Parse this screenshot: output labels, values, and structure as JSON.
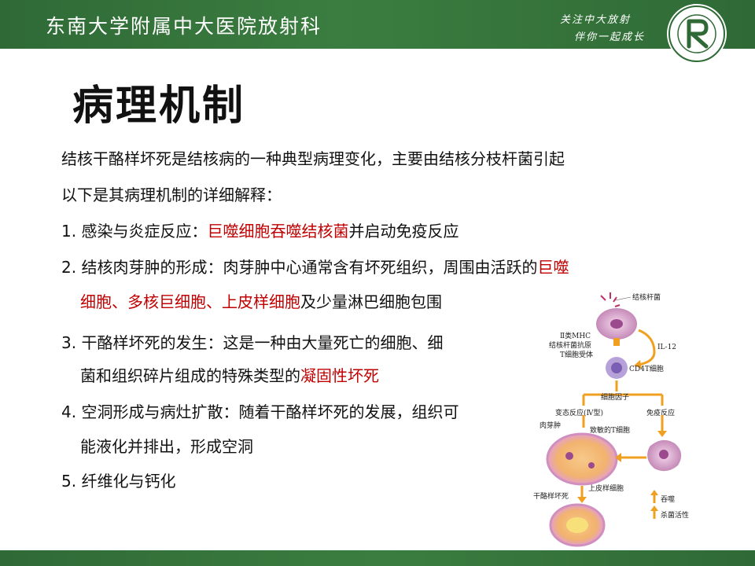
{
  "header": {
    "title": "东南大学附属中大医院放射科",
    "slogan_line1": "关注中大放射",
    "slogan_line2": "伴你一起成长"
  },
  "slide": {
    "title": "病理机制",
    "intro_line1": "结核干酪样坏死是结核病的一种典型病理变化，主要由结核分枝杆菌引起",
    "intro_line2": "以下是其病理机制的详细解释：",
    "item1_prefix": "1. 感染与炎症反应：",
    "item1_red": "巨噬细胞吞噬结核菌",
    "item1_suffix": "并启动免疫反应",
    "item2_prefix": "2. 结核肉芽肿的形成：肉芽肿中心通常含有坏死组织，周围由活跃的",
    "item2_red1": "巨噬",
    "item2_red2": "细胞、多核巨细胞、上皮样细胞",
    "item2_suffix": "及少量淋巴细胞包围",
    "item3_line1": "3. 干酪样坏死的发生：这是一种由大量死亡的细胞、细",
    "item3_prefix2": "菌和组织碎片组成的特殊类型的",
    "item3_red": "凝固性坏死",
    "item4_line1": "4. 空洞形成与病灶扩散：随着干酪样坏死的发展，组织可",
    "item4_line2": "能液化并排出，形成空洞",
    "item5": "5. 纤维化与钙化"
  },
  "diagram": {
    "label_bacteria": "结核杆菌",
    "label_mhc": "Ⅱ类MHC",
    "label_antigen": "结核杆菌抗原",
    "label_receptor": "T细胞受体",
    "label_il12": "IL-12",
    "label_cd4": "CD4T细胞",
    "label_cytokine": "细胞因子",
    "label_hypersensitivity": "变态反应(Ⅳ型)",
    "label_immune": "免疫反应",
    "label_granuloma": "肉芽肿",
    "label_sensitized": "致敏的T细胞",
    "label_epithelioid": "上皮样细胞",
    "label_caseous": "干酪样坏死",
    "label_phagocytosis": "吞噬",
    "label_bactericidal": "杀菌活性"
  },
  "colors": {
    "header_green": "#3b7d40",
    "highlight_red": "#c00000",
    "arrow_orange": "#f0a020"
  }
}
